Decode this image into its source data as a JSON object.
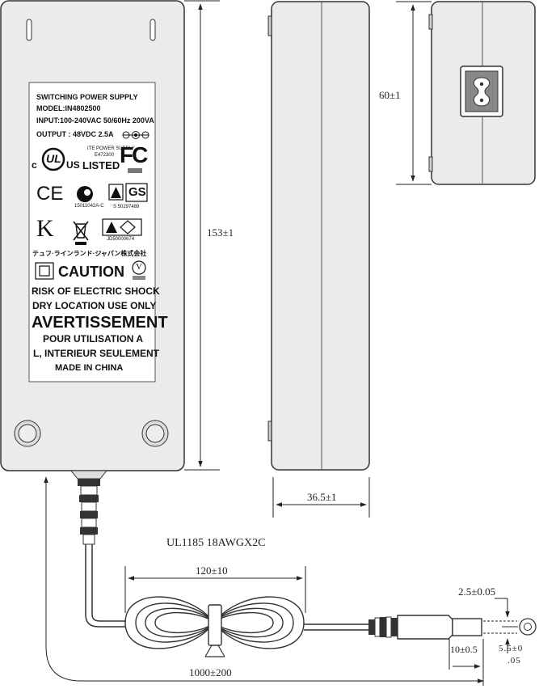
{
  "label": {
    "title": "SWITCHING POWER SUPPLY",
    "model": "MODEL:IN4802500",
    "input": "INPUT:100-240VAC 50/60Hz 200VA",
    "output": "OUTPUT : 48VDC 2.5A",
    "ul_text_1": "ITE POWER SUPPLY",
    "ul_text_2": "E472300",
    "ul_listed": "LISTED",
    "ul_c": "c",
    "ul_us": "US",
    "ce_mark": "CE",
    "ccc_code": "15011042A-C",
    "gs_code": "S 50297489",
    "kc_mark": "K",
    "jd_code": "JD50000674",
    "japan_text": "テュフ·ラインランド·ジャパン株式会社",
    "caution": "CAUTION",
    "risk": "RISK OF ELECTRIC SHOCK",
    "dry": "DRY LOCATION USE ONLY",
    "avert": "AVERTISSEMENT",
    "pour": "POUR UTILISATION A",
    "interieur": "L, INTERIEUR SEULEMENT",
    "made": "MADE IN CHINA"
  },
  "dimensions": {
    "length": "153±1",
    "thickness": "36.5±1",
    "width": "60±1",
    "cable_spec": "UL1185 18AWGX2C",
    "coil": "120±10",
    "cable_length": "1000±200",
    "pin": "2.5±0.05",
    "plug_length": "10±0.5",
    "barrel_a": "5.5±0",
    "barrel_b": ".05"
  }
}
